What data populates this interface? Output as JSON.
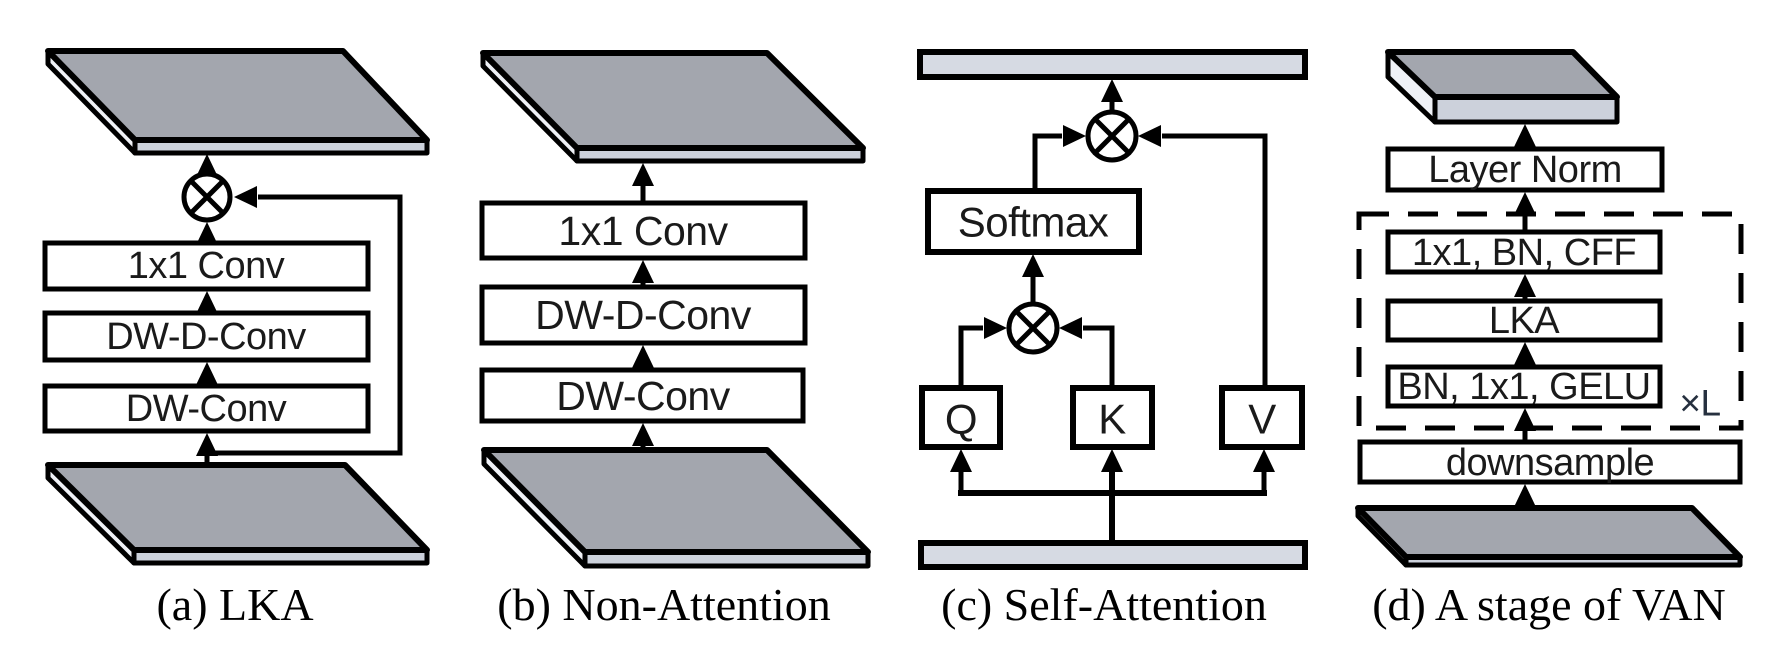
{
  "figure": {
    "panels": [
      {
        "id": "a",
        "caption": "(a) LKA",
        "layers": [
          "1x1 Conv",
          "DW-D-Conv",
          "DW-Conv"
        ],
        "operator_icon": "multiply-in-circle",
        "input_icon": "feature-map-plate",
        "output_icon": "feature-map-plate"
      },
      {
        "id": "b",
        "caption": "(b) Non-Attention",
        "layers": [
          "1x1 Conv",
          "DW-D-Conv",
          "DW-Conv"
        ],
        "input_icon": "feature-map-plate",
        "output_icon": "feature-map-plate"
      },
      {
        "id": "c",
        "caption": "(c) Self-Attention",
        "softmax_label": "Softmax",
        "q_label": "Q",
        "k_label": "K",
        "v_label": "V",
        "operator_icon": "multiply-in-circle",
        "input_icon": "feature-bar",
        "output_icon": "feature-bar"
      },
      {
        "id": "d",
        "caption": "(d) A stage of VAN",
        "layers": [
          "Layer Norm",
          "1x1, BN, CFF",
          "LKA",
          "BN, 1x1, GELU",
          "downsample"
        ],
        "repeat_label": "×L",
        "input_icon": "feature-map-plate",
        "output_icon": "feature-map-slab"
      }
    ],
    "colors": {
      "plate_gray": "#a3a6ae",
      "plate_front_edge": "#ccd1db",
      "plate_side_sliver": "#eff1f6",
      "bar_fill": "#d6dae3",
      "box_fill": "#ffffff",
      "line": "#000000",
      "label_text": "#1a1a1a",
      "caption_text": "#000000"
    }
  }
}
